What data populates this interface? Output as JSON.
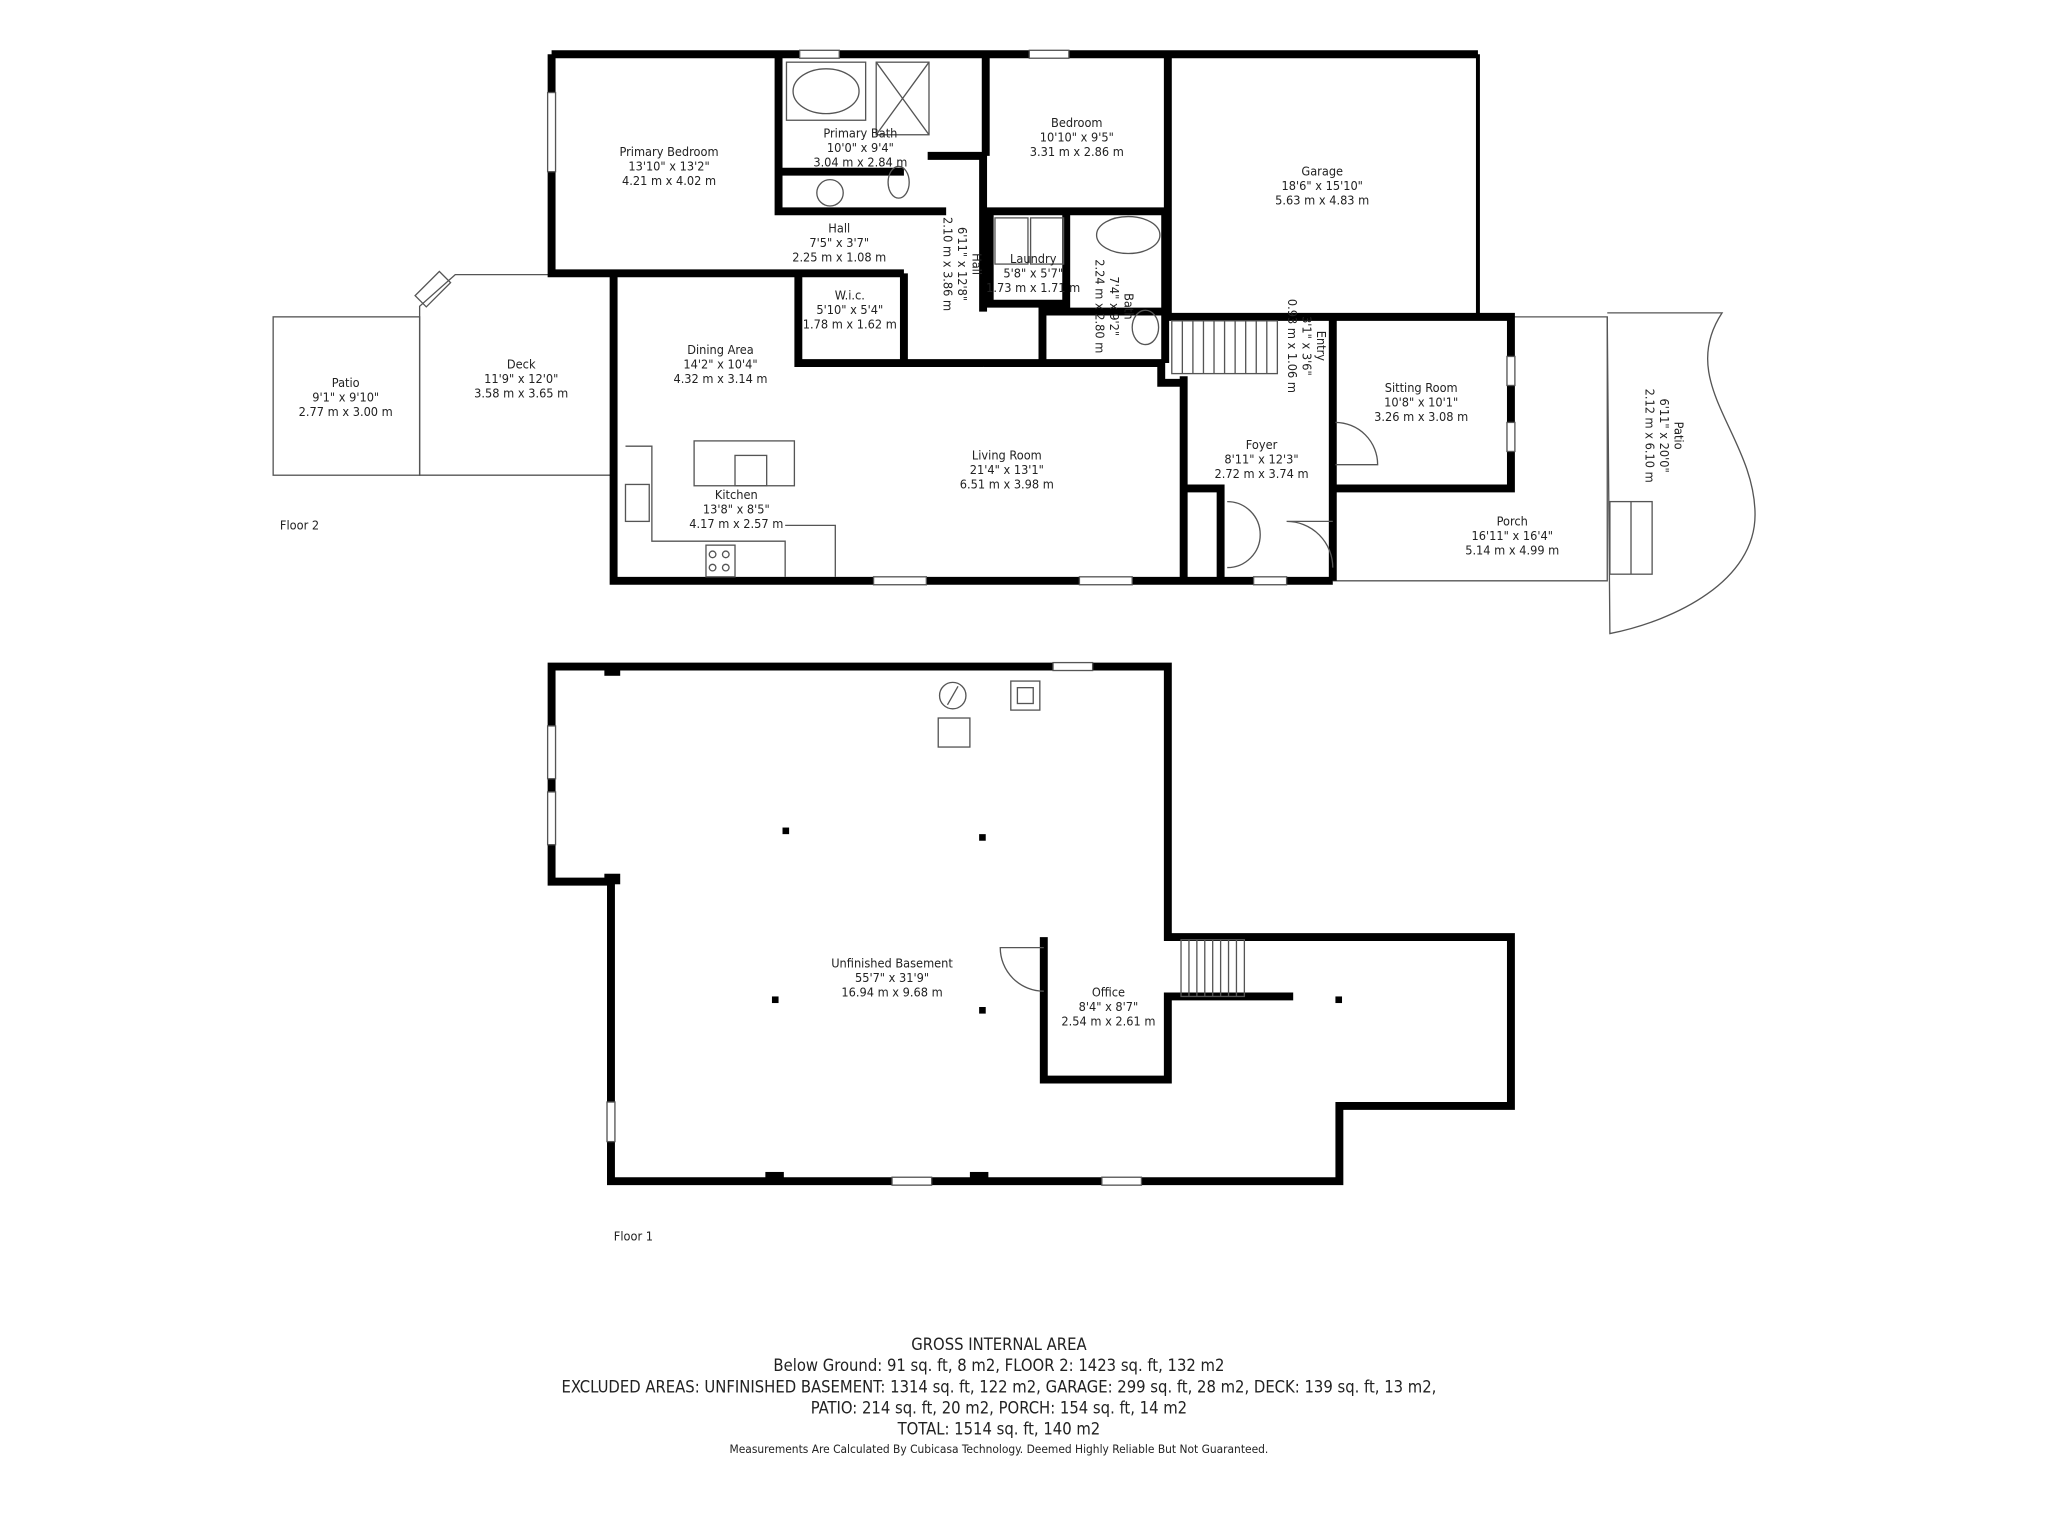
{
  "floor2": {
    "label": "Floor 2",
    "rooms": [
      {
        "name": "Primary Bedroom",
        "imperial": "13'10\" x 13'2\"",
        "metric": "4.21 m x 4.02 m"
      },
      {
        "name": "Primary Bath",
        "imperial": "10'0\" x 9'4\"",
        "metric": "3.04 m x 2.84 m"
      },
      {
        "name": "Bedroom",
        "imperial": "10'10\" x 9'5\"",
        "metric": "3.31 m x 2.86 m"
      },
      {
        "name": "Garage",
        "imperial": "18'6\" x 15'10\"",
        "metric": "5.63 m x 4.83 m"
      },
      {
        "name": "Hall",
        "imperial": "7'5\" x 3'7\"",
        "metric": "2.25 m x 1.08 m"
      },
      {
        "name": "Hall",
        "imperial": "6'11\" x 12'8\"",
        "metric": "2.10 m x 3.86 m"
      },
      {
        "name": "Laundry",
        "imperial": "5'8\" x 5'7\"",
        "metric": "1.73 m x 1.71 m"
      },
      {
        "name": "Bath",
        "imperial": "7'4\" x 9'2\"",
        "metric": "2.24 m x 2.80 m"
      },
      {
        "name": "W.i.c.",
        "imperial": "5'10\" x 5'4\"",
        "metric": "1.78 m x 1.62 m"
      },
      {
        "name": "Entry",
        "imperial": "3'1\" x 3'6\"",
        "metric": "0.93 m x 1.06 m"
      },
      {
        "name": "Dining Area",
        "imperial": "14'2\" x 10'4\"",
        "metric": "4.32 m x 3.14 m"
      },
      {
        "name": "Deck",
        "imperial": "11'9\" x 12'0\"",
        "metric": "3.58 m x 3.65 m"
      },
      {
        "name": "Patio",
        "imperial": "9'1\" x 9'10\"",
        "metric": "2.77 m x 3.00 m"
      },
      {
        "name": "Living Room",
        "imperial": "21'4\" x 13'1\"",
        "metric": "6.51 m x 3.98 m"
      },
      {
        "name": "Kitchen",
        "imperial": "13'8\" x 8'5\"",
        "metric": "4.17 m x 2.57 m"
      },
      {
        "name": "Foyer",
        "imperial": "8'11\" x 12'3\"",
        "metric": "2.72 m x 3.74 m"
      },
      {
        "name": "Sitting Room",
        "imperial": "10'8\" x 10'1\"",
        "metric": "3.26 m x 3.08 m"
      },
      {
        "name": "Porch",
        "imperial": "16'11\" x 16'4\"",
        "metric": "5.14 m x 4.99 m"
      },
      {
        "name": "Patio",
        "imperial": "6'11\" x 20'0\"",
        "metric": "2.12 m x 6.10 m"
      }
    ]
  },
  "floor1": {
    "label": "Floor 1",
    "rooms": [
      {
        "name": "Unfinished Basement",
        "imperial": "55'7\" x 31'9\"",
        "metric": "16.94 m x 9.68 m"
      },
      {
        "name": "Office",
        "imperial": "8'4\" x 8'7\"",
        "metric": "2.54 m x 2.61 m"
      }
    ]
  },
  "summary": {
    "title": "GROSS INTERNAL AREA",
    "line1": "Below Ground: 91 sq. ft, 8 m2, FLOOR 2: 1423 sq. ft, 132 m2",
    "line2": "EXCLUDED AREAS: UNFINISHED BASEMENT: 1314 sq. ft, 122 m2, GARAGE: 299 sq. ft, 28 m2, DECK: 139 sq. ft, 13 m2,",
    "line3": "PATIO: 214 sq. ft, 20 m2, PORCH: 154 sq. ft, 14 m2",
    "total": "TOTAL: 1514 sq. ft, 140 m2",
    "disclaimer": "Measurements Are Calculated By Cubicasa Technology. Deemed Highly Reliable But Not Guaranteed."
  }
}
